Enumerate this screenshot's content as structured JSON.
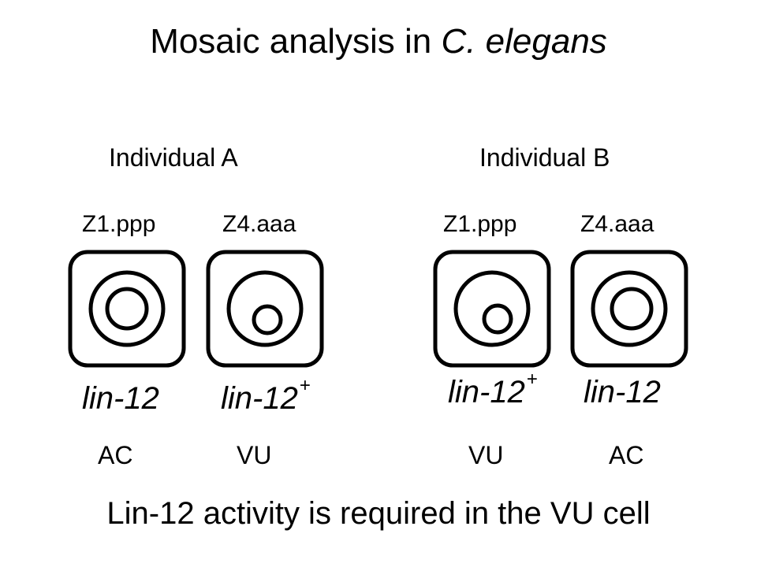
{
  "title": {
    "text": "Mosaic analysis in ",
    "italic": "C. elegans"
  },
  "individuals": [
    {
      "label": "Individual A",
      "cells": [
        {
          "name": "Z1.ppp",
          "genotype": "lin-12",
          "superscript": "",
          "fate": "AC",
          "nucleolus": "large"
        },
        {
          "name": "Z4.aaa",
          "genotype": "lin-12",
          "superscript": "+",
          "fate": "VU",
          "nucleolus": "small"
        }
      ]
    },
    {
      "label": "Individual B",
      "cells": [
        {
          "name": "Z1.ppp",
          "genotype": "lin-12",
          "superscript": "+",
          "fate": "VU",
          "nucleolus": "small"
        },
        {
          "name": "Z4.aaa",
          "genotype": "lin-12",
          "superscript": "",
          "fate": "AC",
          "nucleolus": "large"
        }
      ]
    }
  ],
  "conclusion": "Lin-12 activity is required in the VU cell"
}
